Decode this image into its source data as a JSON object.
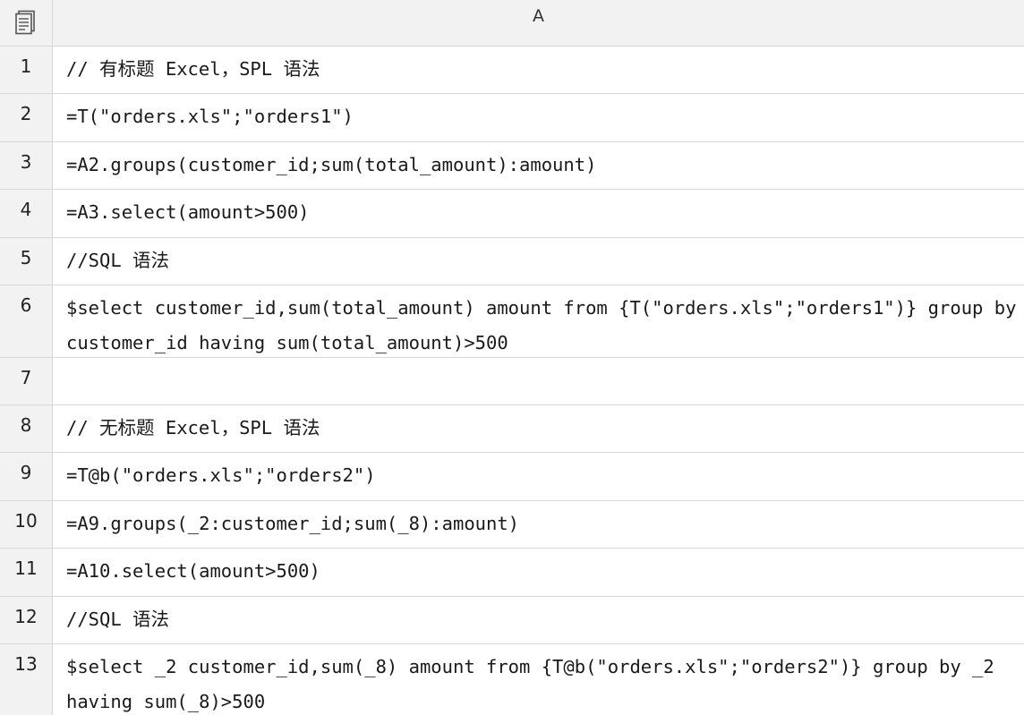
{
  "sheet": {
    "column_header": "A",
    "corner_icon": "document-stack-icon",
    "rows": [
      {
        "num": "1",
        "text": "// 有标题 Excel，SPL 语法"
      },
      {
        "num": "2",
        "text": "=T(\"orders.xls\";\"orders1\")"
      },
      {
        "num": "3",
        "text": "=A2.groups(customer_id;sum(total_amount):amount)"
      },
      {
        "num": "4",
        "text": "=A3.select(amount>500)"
      },
      {
        "num": "5",
        "text": "//SQL 语法"
      },
      {
        "num": "6",
        "text": "$select customer_id,sum(total_amount) amount from {T(\"orders.xls\";\"orders1\")} group by customer_id having sum(total_amount)>500"
      },
      {
        "num": "7",
        "text": ""
      },
      {
        "num": "8",
        "text": "// 无标题 Excel，SPL 语法"
      },
      {
        "num": "9",
        "text": "=T@b(\"orders.xls\";\"orders2\")"
      },
      {
        "num": "10",
        "text": "=A9.groups(_2:customer_id;sum(_8):amount)"
      },
      {
        "num": "11",
        "text": "=A10.select(amount>500)"
      },
      {
        "num": "12",
        "text": "//SQL 语法"
      },
      {
        "num": "13",
        "text": "$select _2 customer_id,sum(_8) amount from {T@b(\"orders.xls\";\"orders2\")} group by _2 having sum(_8)>500"
      }
    ]
  }
}
